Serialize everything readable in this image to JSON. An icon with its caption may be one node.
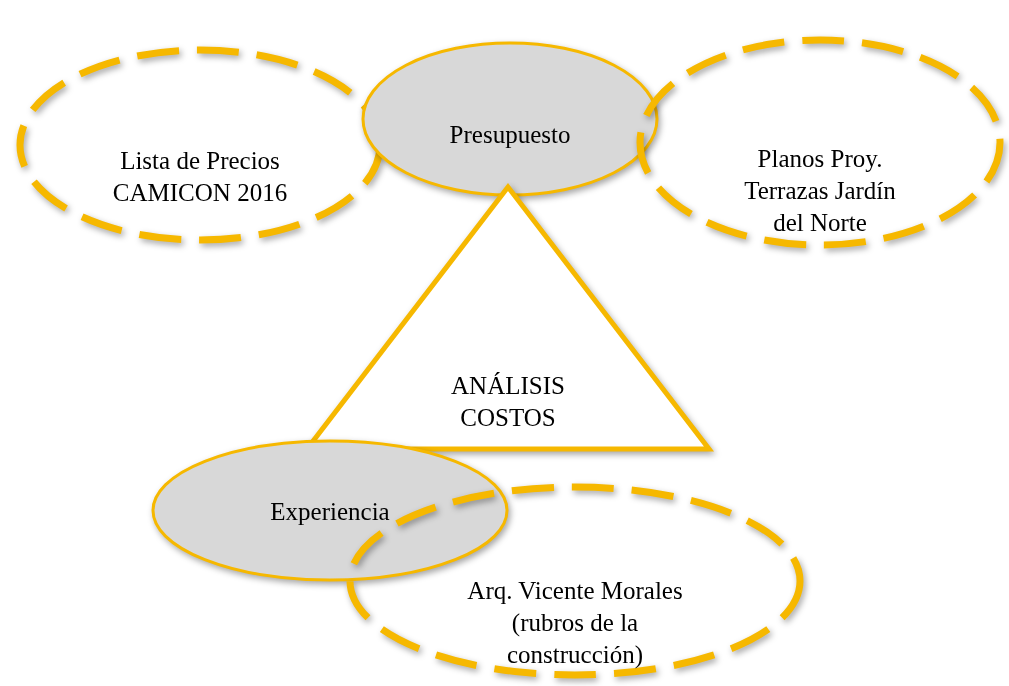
{
  "diagram": {
    "nodes": [
      {
        "text": [
          "Lista de Precios CAMICON 2016"
        ]
      },
      {
        "text": [
          "Presupuesto"
        ]
      },
      {
        "text": [
          "Planos Proy. Terrazas Jardín del Norte"
        ]
      },
      {
        "text": [
          "ANÁLISIS COSTOS"
        ]
      },
      {
        "text": [
          "Experiencia"
        ]
      },
      {
        "text": [
          "Arq. Vicente Morales (rubros de la construcción)"
        ]
      }
    ],
    "edges": []
  }
}
